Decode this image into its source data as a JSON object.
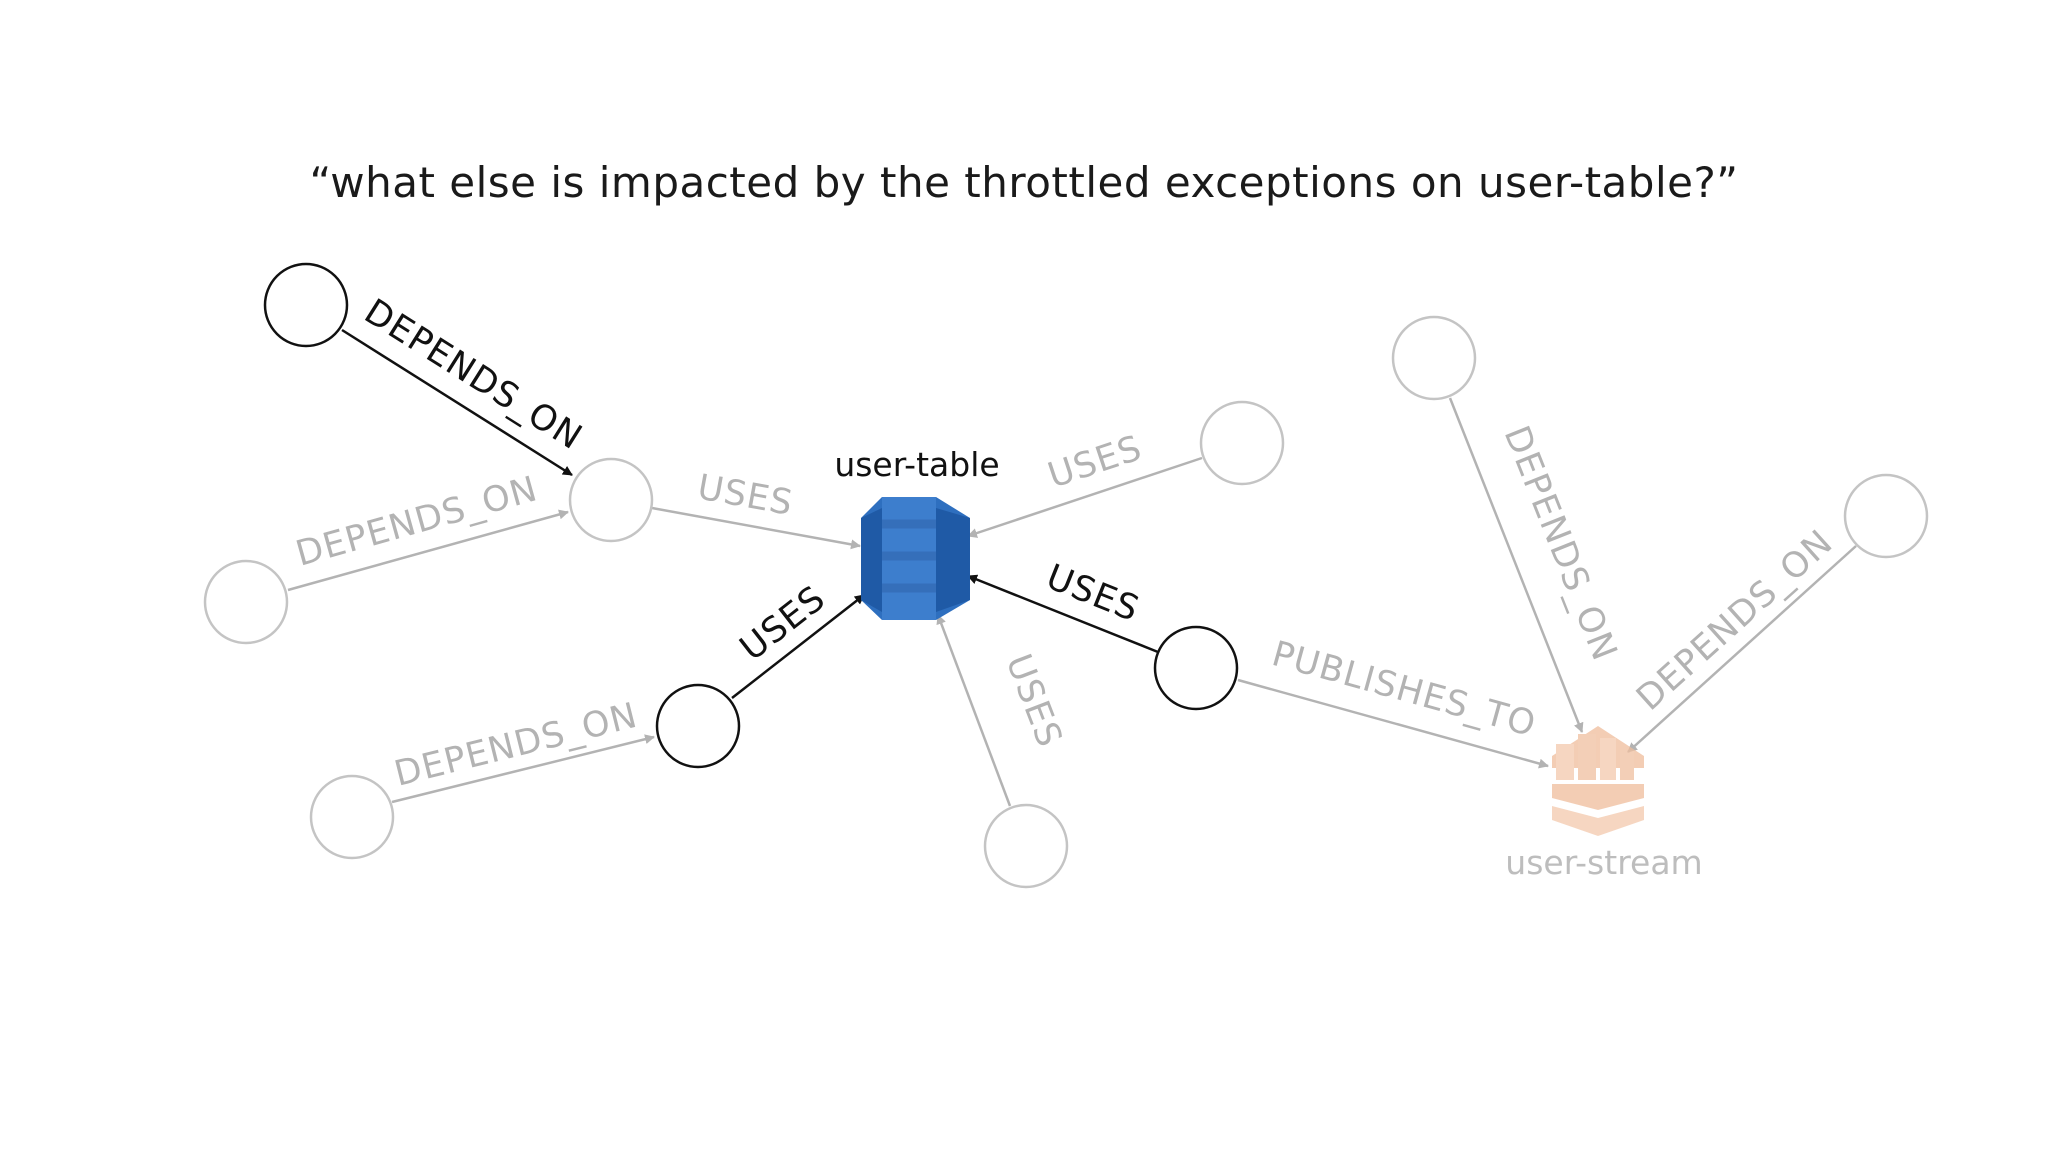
{
  "title": "“what else is impacted by the throttled exceptions on user-table?”",
  "nodes": {
    "user_table": {
      "label": "user-table",
      "icon": "dynamodb-table-icon",
      "color": "#2e6fbf"
    },
    "user_stream": {
      "label": "user-stream",
      "icon": "kinesis-stream-icon",
      "color": "#f0c7ab"
    }
  },
  "edges": {
    "e1": {
      "label": "DEPENDS_ON",
      "highlighted": true
    },
    "e2": {
      "label": "DEPENDS_ON",
      "highlighted": false
    },
    "e3": {
      "label": "USES",
      "highlighted": false
    },
    "e4": {
      "label": "USES",
      "highlighted": false
    },
    "e5": {
      "label": "USES",
      "highlighted": true
    },
    "e6": {
      "label": "DEPENDS_ON",
      "highlighted": false
    },
    "e7": {
      "label": "USES",
      "highlighted": true
    },
    "e8": {
      "label": "USES",
      "highlighted": false
    },
    "e9": {
      "label": "PUBLISHES_TO",
      "highlighted": false
    },
    "e10": {
      "label": "DEPENDS_ON",
      "highlighted": false
    },
    "e11": {
      "label": "DEPENDS_ON",
      "highlighted": false
    }
  },
  "colors": {
    "highlight": "#111111",
    "faded": "#b3b3b3"
  }
}
